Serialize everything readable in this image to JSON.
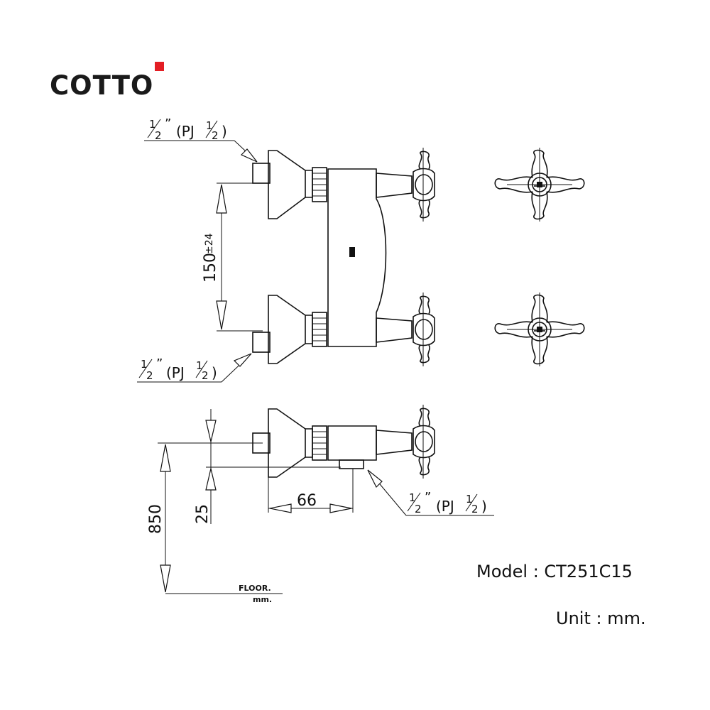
{
  "brand": {
    "name": "COTTO",
    "accent_color": "#e31e24"
  },
  "model_label": "Model : CT251C15",
  "unit_label": "Unit : mm.",
  "dimensions": {
    "spacing": "150",
    "spacing_tol": "±24",
    "height": "850",
    "offset": "25",
    "depth": "66"
  },
  "connection": {
    "whole": "1",
    "den": "2",
    "inch": "”",
    "pj": "(PJ",
    "close": ")"
  },
  "floor": {
    "label": "FLOOR.",
    "unit": "mm."
  }
}
